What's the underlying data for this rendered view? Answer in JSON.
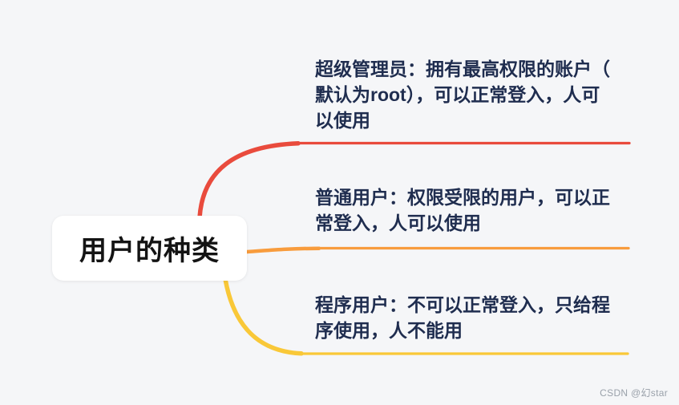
{
  "background_color": "#f5f6f8",
  "root": {
    "label": "用户的种类",
    "bg_color": "#ffffff",
    "text_color": "#141414"
  },
  "branches": [
    {
      "name": "super-admin-user",
      "color": "#e94b3d",
      "text": "超级管理员：拥有最高权限的账户（默认为root），可以正常登入，人可以使用",
      "lines": [
        "超级管理员：拥有最高权限的账户（",
        "默认为root），可以正常登入，人可",
        "以使用"
      ]
    },
    {
      "name": "normal-user",
      "color": "#f89c3d",
      "text": "普通用户：权限受限的用户，可以正常登入，人可以使用",
      "lines": [
        "普通用户：权限受限的用户，可以正",
        "常登入，人可以使用"
      ]
    },
    {
      "name": "program-user",
      "color": "#f9c838",
      "text": "程序用户：不可以正常登入，只给程序使用，人不能用",
      "lines": [
        "程序用户：不可以正常登入，只给程",
        "序使用，人不能用"
      ]
    }
  ],
  "watermark": "CSDN @幻star",
  "text_color": "#1f2d4f"
}
